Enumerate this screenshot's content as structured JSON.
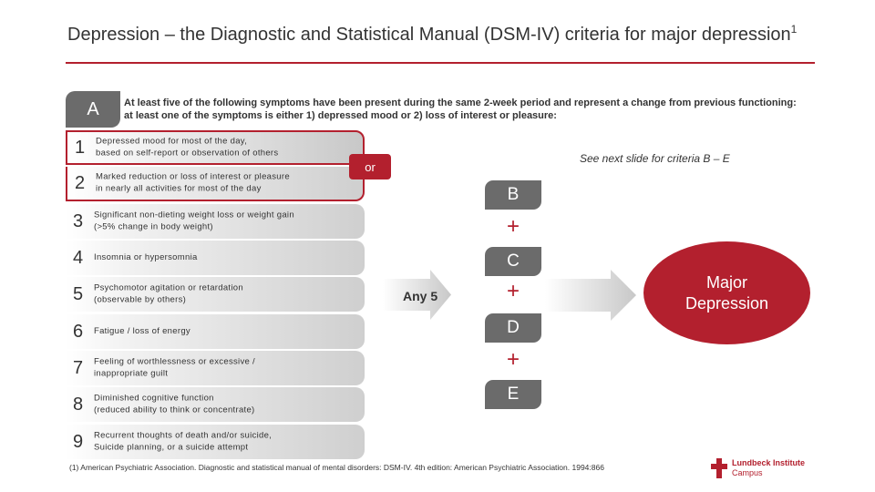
{
  "header": {
    "title": "Depression – the Diagnostic and Statistical Manual (DSM-IV) criteria for major depression",
    "title_sup": "1"
  },
  "criterion_a": {
    "label": "A",
    "text": "At least five of the following symptoms have been present during the same 2-week period and represent a change from previous functioning: at least one of the symptoms is either 1) depressed mood or 2) loss of interest or pleasure:"
  },
  "symptoms": [
    {
      "num": "1",
      "line1": "Depressed mood for most of the day,",
      "line2": "based on self-report or observation of others"
    },
    {
      "num": "2",
      "line1": "Marked reduction or loss of interest or pleasure",
      "line2": "in nearly all activities for most of the day"
    },
    {
      "num": "3",
      "line1": "Significant non-dieting weight loss or weight gain",
      "line2": "(>5% change in body weight)"
    },
    {
      "num": "4",
      "line1": "Insomnia or hypersomnia",
      "line2": ""
    },
    {
      "num": "5",
      "line1": "Psychomotor agitation or retardation",
      "line2": "(observable by others)"
    },
    {
      "num": "6",
      "line1": "Fatigue / loss of energy",
      "line2": ""
    },
    {
      "num": "7",
      "line1": "Feeling of worthlessness or excessive /",
      "line2": "inappropriate guilt"
    },
    {
      "num": "8",
      "line1": "Diminished cognitive function",
      "line2": "(reduced ability to think or concentrate)"
    },
    {
      "num": "9",
      "line1": "Recurrent thoughts of death and/or suicide,",
      "line2": "Suicide planning, or a suicide attempt"
    }
  ],
  "or_label": "or",
  "see_next": "See next slide for criteria B – E",
  "any5_label": "Any 5",
  "criteria": [
    "B",
    "C",
    "D",
    "E"
  ],
  "plus_sign": "+",
  "outcome": {
    "line1": "Major",
    "line2": "Depression"
  },
  "footnote": "(1) American Psychiatric Association. Diagnostic and statistical manual of mental disorders: DSM-IV. 4th edition: American Psychiatric Association. 1994:866",
  "logo": {
    "line1": "Lundbeck Institute",
    "line2": "Campus"
  },
  "colors": {
    "accent": "#b3202e",
    "dark_grey": "#6b6b6b",
    "light_grey": "#d9d9d9"
  }
}
